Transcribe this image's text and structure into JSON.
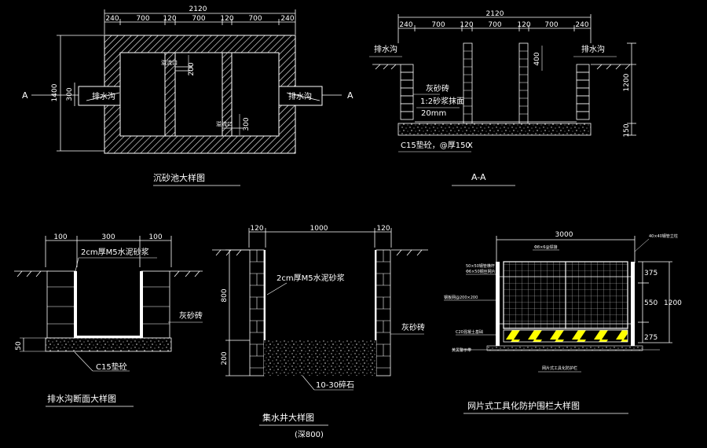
{
  "plan": {
    "dims_top": [
      "2120",
      "240",
      "700",
      "120",
      "700",
      "120",
      "700",
      "240"
    ],
    "dims_left": [
      "1400",
      "300"
    ],
    "section_marks": [
      "A",
      "A"
    ],
    "inlet_label": "排水沟",
    "outlet_label": "排水沟",
    "pipe_label_1": "溢流口",
    "pipe_label_2": "溢流口",
    "pipe_dim_1": "200",
    "pipe_dim_2": "300",
    "title": "沉砂池大样图"
  },
  "section_aa": {
    "dims_top": [
      "2120",
      "240",
      "700",
      "120",
      "700",
      "120",
      "700",
      "240"
    ],
    "dims_right": [
      "1200",
      "150"
    ],
    "dim_inner": "400",
    "left_label": "排水沟",
    "right_label": "排水沟",
    "wall_label": "灰砂砖",
    "plaster_label_1": "1:2砂浆抹面",
    "plaster_label_2": "20mm",
    "base_label": "C15垫砼，@厚150",
    "base_mark": "X",
    "title": "A-A"
  },
  "drain": {
    "dims_top": [
      "100",
      "300",
      "100"
    ],
    "dim_left": "50",
    "plaster_label": "2cm厚M5水泥砂浆",
    "wall_label": "灰砂砖",
    "base_label": "C15垫砼",
    "title": "排水沟断面大样图"
  },
  "sump": {
    "dims_top": [
      "120",
      "1000",
      "120"
    ],
    "dims_left": [
      "800",
      "200"
    ],
    "plaster_label": "2cm厚M5水泥砂浆",
    "wall_label": "灰砂砖",
    "gravel_label": "10-30碎石",
    "title": "集水井大样图",
    "subtitle": "(深800)"
  },
  "fence": {
    "dim_top": "3000",
    "dims_right": [
      "375",
      "550",
      "1200",
      "275"
    ],
    "callout_top": "Φ8×6@焊接",
    "callout_right": "40×40钢管立柱",
    "callout_l1": "50×50钢管横杆",
    "callout_l2": "Φ6×50钢丝网片",
    "callout_l3": "钢板网@200×200",
    "callout_l4": "C20混凝土基础",
    "callout_l5": "黄黑警示带",
    "caption_small": "网片式工具化防护栏",
    "title": "网片式工具化防护围栏大样图"
  }
}
